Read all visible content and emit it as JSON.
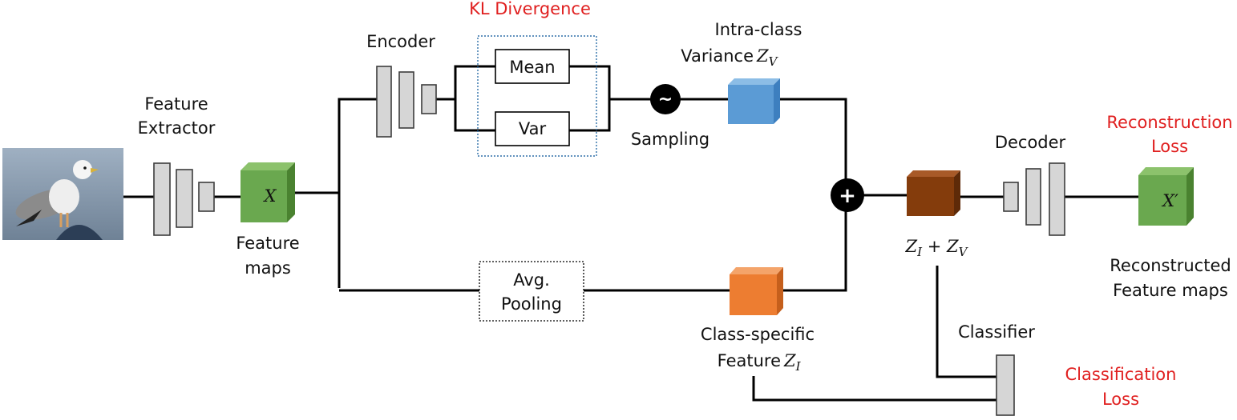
{
  "labels": {
    "feature_extractor": [
      "Feature",
      "Extractor"
    ],
    "x": "X",
    "feature_maps": [
      "Feature",
      "maps"
    ],
    "encoder": "Encoder",
    "kl_divergence": "KL Divergence",
    "mean": "Mean",
    "var": "Var",
    "sampling_symbol": "~",
    "sampling": "Sampling",
    "intra_class": [
      "Intra-class",
      "Variance",
      "Z",
      "V"
    ],
    "plus": "+",
    "avg_pooling": [
      "Avg.",
      "Pooling"
    ],
    "class_specific": [
      "Class-specific",
      "Feature",
      "Z",
      "I"
    ],
    "sum": [
      "Z",
      "I",
      "+",
      "Z",
      "V"
    ],
    "decoder": "Decoder",
    "reconstruction_loss": [
      "Reconstruction",
      "Loss"
    ],
    "x_prime": "X′",
    "reconstructed": [
      "Reconstructed",
      "Feature maps"
    ],
    "classifier": "Classifier",
    "classification_loss": [
      "Classification",
      "Loss"
    ]
  },
  "colors": {
    "loss_text": "#e02020",
    "feature_cube": "#6aa84f",
    "intra_cube": "#5b9bd5",
    "class_cube": "#ed7d31",
    "sum_cube": "#843c0c",
    "layer_block": "#d6d6d6"
  }
}
